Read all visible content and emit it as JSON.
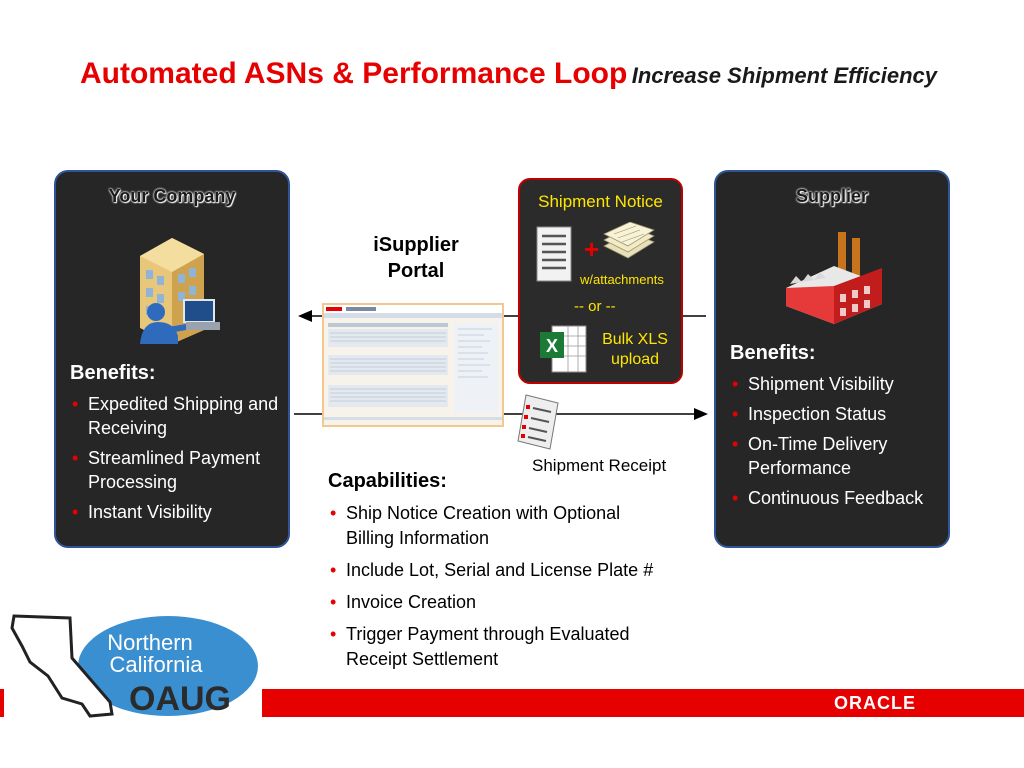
{
  "title": {
    "main": "Automated ASNs & Performance Loop",
    "sub": "Increase Shipment Efficiency"
  },
  "left_panel": {
    "heading": "Your Company",
    "benefits_title": "Benefits:",
    "benefits": [
      "Expedited Shipping and Receiving",
      "Streamlined Payment Processing",
      "Instant Visibility"
    ]
  },
  "right_panel": {
    "heading": "Supplier",
    "benefits_title": "Benefits:",
    "benefits": [
      "Shipment Visibility",
      "Inspection Status",
      "On-Time Delivery Performance",
      "Continuous Feedback"
    ]
  },
  "portal": {
    "label_line1": "iSupplier",
    "label_line2": "Portal"
  },
  "shipment_notice": {
    "title": "Shipment Notice",
    "plus": "+",
    "attachments": "w/attachments",
    "or": "-- or --",
    "bulk_line1": "Bulk XLS",
    "bulk_line2": "upload"
  },
  "shipment_receipt": "Shipment Receipt",
  "capabilities": {
    "title": "Capabilities:",
    "items": [
      "Ship Notice Creation with Optional Billing Information",
      "Include Lot, Serial and License Plate #",
      "Invoice Creation",
      "Trigger Payment through Evaluated Receipt Settlement"
    ]
  },
  "logo": {
    "line1": "Northern",
    "line2": "California",
    "line3": "OAUG"
  },
  "footer_brand": "ORACLE",
  "colors": {
    "accent_red": "#e60000",
    "panel_dark": "#262626",
    "panel_border": "#2f5597",
    "highlight_yellow": "#ffe600"
  }
}
